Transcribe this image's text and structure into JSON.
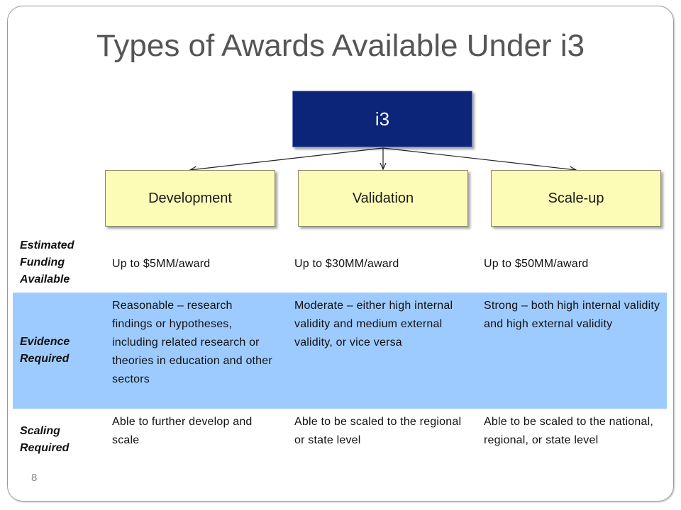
{
  "slide": {
    "title": "Types of Awards Available Under i3",
    "page_number": "8"
  },
  "diagram": {
    "root": {
      "label": "i3",
      "fill": "#0d2578"
    },
    "children": [
      {
        "label": "Development"
      },
      {
        "label": "Validation"
      },
      {
        "label": "Scale-up"
      }
    ],
    "child_fill": "#fcfcb6"
  },
  "table": {
    "highlight_color": "#9ecbff",
    "rows": [
      {
        "header": "Estimated Funding Available",
        "cells": [
          "Up to $5MM/award",
          "Up to $30MM/award",
          "Up to $50MM/award"
        ]
      },
      {
        "header": "Evidence Required",
        "cells": [
          "Reasonable – research findings or hypotheses, including related research or theories in education and other sectors",
          "Moderate – either high internal validity and medium external validity, or vice versa",
          "Strong – both high internal validity and high external validity"
        ]
      },
      {
        "header": "Scaling Required",
        "cells": [
          "Able to further develop and scale",
          "Able to be scaled to the regional or state level",
          "Able to be scaled to the national, regional, or state level"
        ]
      }
    ]
  }
}
